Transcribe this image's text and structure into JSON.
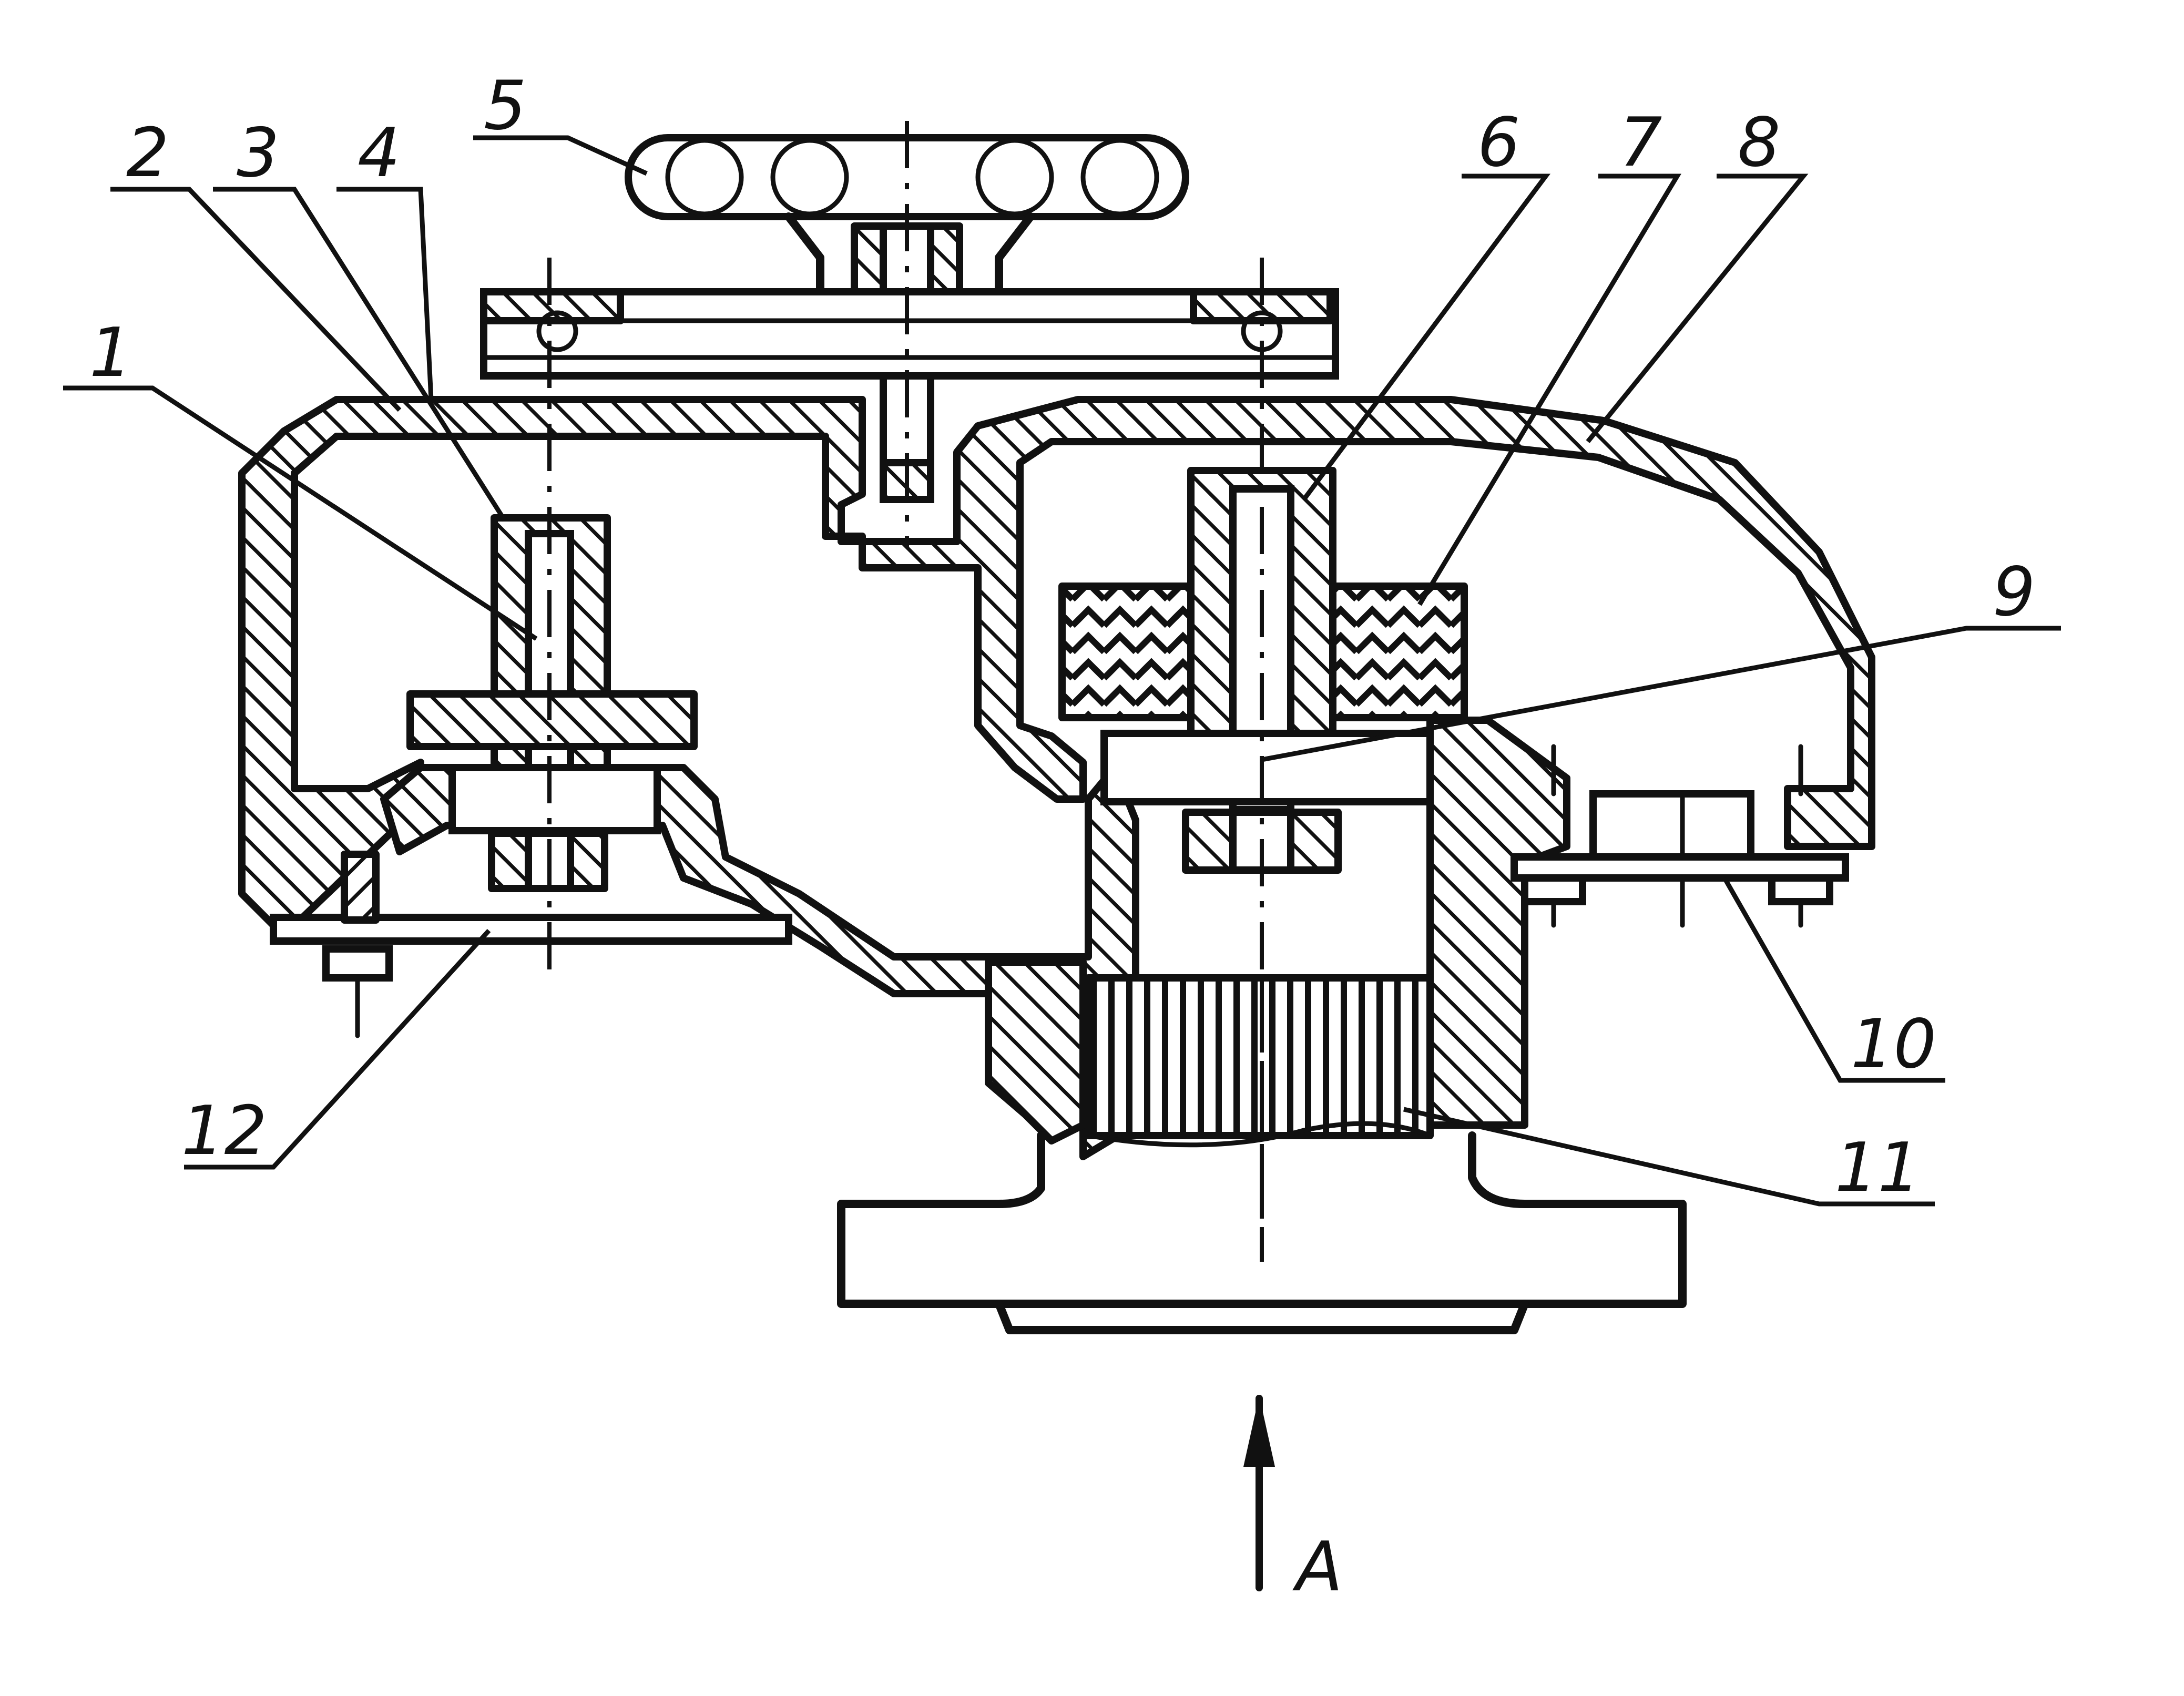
{
  "diagram": {
    "callouts": [
      {
        "id": "1",
        "label": "1"
      },
      {
        "id": "2",
        "label": "2"
      },
      {
        "id": "3",
        "label": "3"
      },
      {
        "id": "4",
        "label": "4"
      },
      {
        "id": "5",
        "label": "5"
      },
      {
        "id": "6",
        "label": "6"
      },
      {
        "id": "7",
        "label": "7"
      },
      {
        "id": "8",
        "label": "8"
      },
      {
        "id": "9",
        "label": "9"
      },
      {
        "id": "10",
        "label": "10"
      },
      {
        "id": "11",
        "label": "11"
      },
      {
        "id": "12",
        "label": "12"
      }
    ],
    "view_direction": "A",
    "colors": {
      "ink": "#111111",
      "paper": "#ffffff"
    }
  }
}
